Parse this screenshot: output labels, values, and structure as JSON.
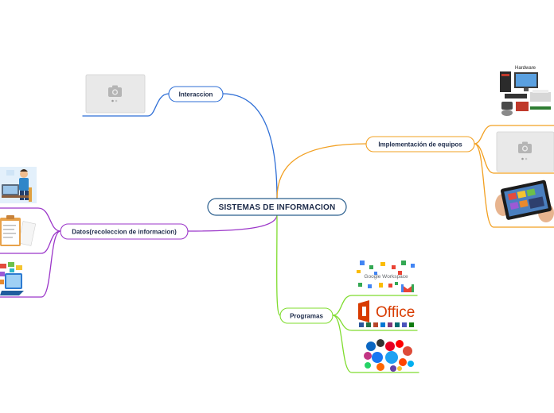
{
  "root": {
    "label": "SISTEMAS DE INFORMACION"
  },
  "branches": {
    "interaccion": {
      "label": "Interaccion"
    },
    "implementacion": {
      "label": "Implementación de equipos"
    },
    "datos": {
      "label": "Datos(recoleccion de informacion)"
    },
    "programas": {
      "label": "Programas"
    }
  },
  "images": {
    "hardware": {
      "caption": "Hardware"
    },
    "google_workspace": {
      "caption": "Google Workspace"
    },
    "office": {
      "caption": "Office"
    }
  },
  "colors": {
    "interaccion": "#2f6fd6",
    "implementacion": "#f2a022",
    "datos": "#9b36c9",
    "programas": "#7fdc2e",
    "root_border": "#2b5f8e"
  },
  "icons": {
    "placeholder": "camera-icon",
    "social": "social-media-icon"
  }
}
